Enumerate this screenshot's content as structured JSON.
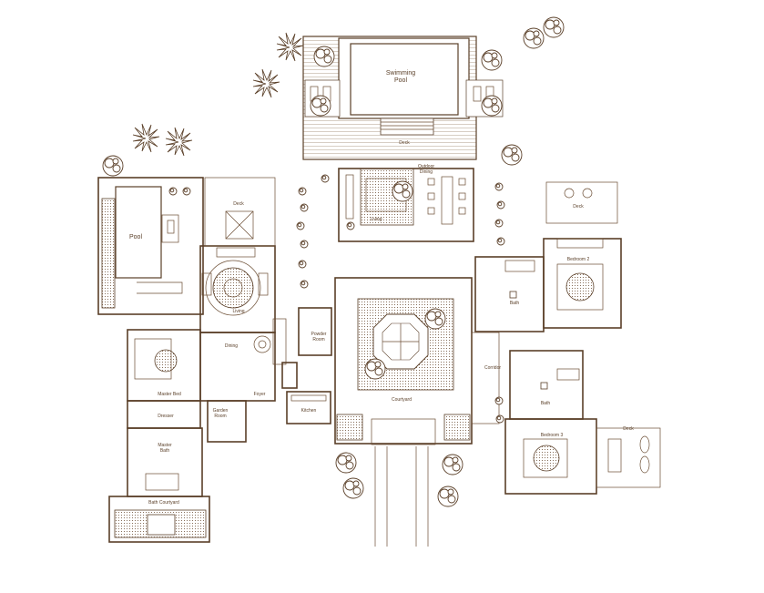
{
  "labels": {
    "swimming_pool": "Swimming\nPool",
    "deck_bottom": "Deck",
    "outdoor_dining": "Outdoor\nDining",
    "living_top": "Living",
    "pool_left": "Pool",
    "deck_left": "Deck",
    "living": "Living",
    "dining": "Dining",
    "foyer": "Foyer",
    "master_bed": "Master Bed",
    "dresser": "Dresser",
    "master_bath": "Master\nBath",
    "bath_courtyard": "Bath Courtyard",
    "powder_room": "Powder\nRoom",
    "kitchen": "Kitchen",
    "courtyard": "Courtyard",
    "corridor": "Corridor",
    "bedroom_2": "Bedroom 2",
    "bath_top": "Bath",
    "bath_right": "Bath",
    "bedroom_3": "Bedroom 3",
    "deck_top_right": "Deck",
    "deck_right": "Deck",
    "garden_room": "Garden\nRoom"
  },
  "colors": {
    "ink": "#5a3f28",
    "background": "#ffffff"
  }
}
